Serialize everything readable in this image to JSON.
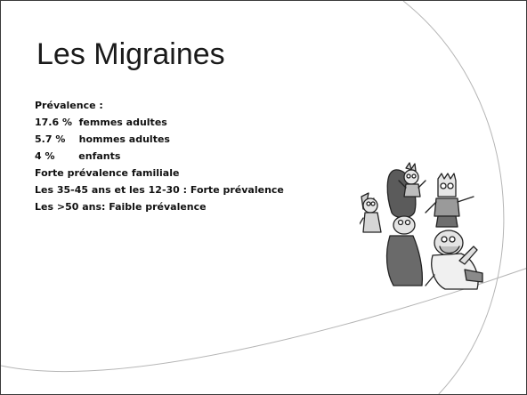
{
  "slide": {
    "title": "Les Migraines",
    "lines": [
      "Prévalence :",
      "17.6 %  femmes adultes",
      "5.7 %    hommes adultes",
      "4 %       enfants",
      "Forte prévalence familiale",
      "Les 35-45 ans et les 12-30 : Forte prévalence",
      "Les >50 ans: Faible prévalence"
    ],
    "image_icon": "simpsons-family-cartoon-icon"
  },
  "colors": {
    "text": "#111111",
    "border": "#3a3a3a",
    "arc": "#b5b5b5"
  }
}
